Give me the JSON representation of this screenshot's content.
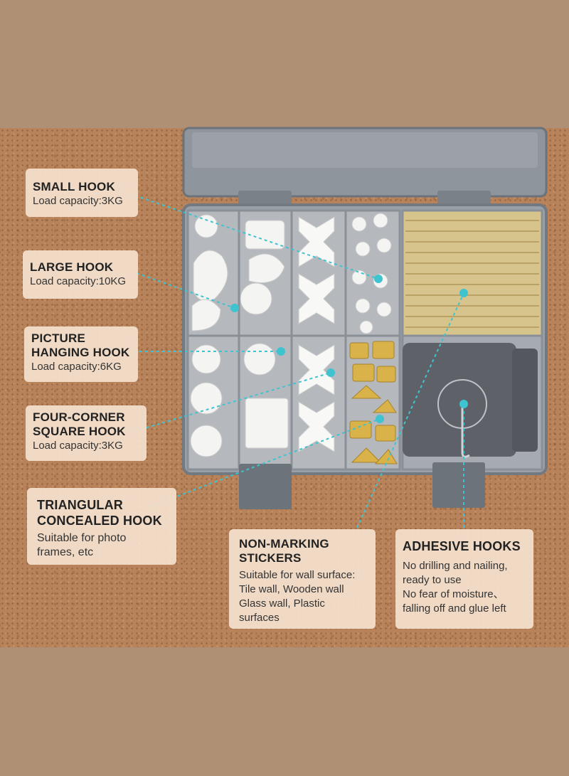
{
  "labels": {
    "small_hook": {
      "title": "SMALL HOOK",
      "desc": "Load capacity:3KG"
    },
    "large_hook": {
      "title": "LARGE  HOOK",
      "desc": "Load capacity:10KG"
    },
    "picture_hanging_hook": {
      "title_line1": "PICTURE",
      "title_line2": "HANGING HOOK",
      "desc": "Load capacity:6KG"
    },
    "four_corner_hook": {
      "title_line1": "FOUR-CORNER",
      "title_line2": "SQUARE HOOK",
      "desc": "Load capacity:3KG"
    },
    "triangular_hook": {
      "title_line1": "TRIANGULAR",
      "title_line2": "CONCEALED HOOK",
      "desc_line1": "Suitable for photo",
      "desc_line2": "frames, etc"
    },
    "non_marking_stickers": {
      "title_line1": "NON-MARKING",
      "title_line2": "STICKERS",
      "desc_line1": "Suitable for wall surface:",
      "desc_line2": "Tile wall, Wooden wall",
      "desc_line3": "Glass wall, Plastic",
      "desc_line4": "surfaces"
    },
    "adhesive_hooks": {
      "title": "ADHESIVE HOOKS",
      "desc_line1": "No drilling and nailing,",
      "desc_line2": "ready to use",
      "desc_line3": "No fear of moisture、",
      "desc_line4": "falling off and glue left"
    }
  },
  "colors": {
    "background": "#b09074",
    "cork": "#b8835a",
    "label_bg": "#f5e2ce",
    "pointer": "#3fc3cf",
    "box": "#8e949c"
  }
}
